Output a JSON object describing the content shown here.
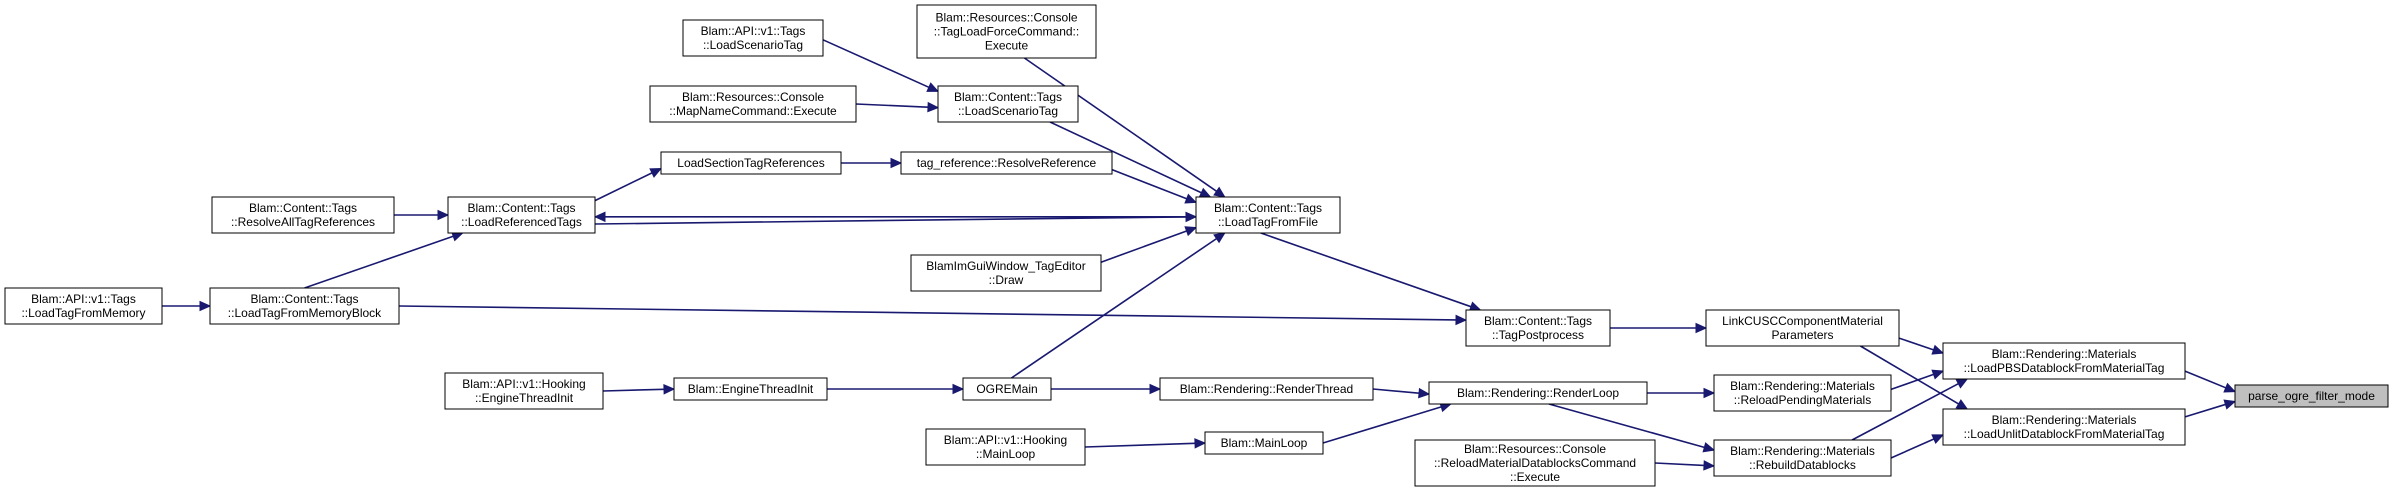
{
  "colors": {
    "edge": "#191970",
    "node_border": "#000000",
    "node_fill": "#ffffff",
    "focus_node_fill": "#bfbfbf",
    "background": "#ffffff"
  },
  "nodes": [
    {
      "id": "parse_ogre_filter_mode",
      "lines": [
        "parse_ogre_filter_mode"
      ],
      "focus": true
    },
    {
      "id": "LoadPBSDatablockFromMaterialTag",
      "lines": [
        "Blam::Rendering::Materials",
        "::LoadPBSDatablockFromMaterialTag"
      ]
    },
    {
      "id": "LoadUnlitDatablockFromMaterialTag",
      "lines": [
        "Blam::Rendering::Materials",
        "::LoadUnlitDatablockFromMaterialTag"
      ]
    },
    {
      "id": "LinkCUSCComponentMaterialParameters",
      "lines": [
        "LinkCUSCComponentMaterial",
        "Parameters"
      ]
    },
    {
      "id": "ReloadPendingMaterials",
      "lines": [
        "Blam::Rendering::Materials",
        "::ReloadPendingMaterials"
      ]
    },
    {
      "id": "RebuildDatablocks",
      "lines": [
        "Blam::Rendering::Materials",
        "::RebuildDatablocks"
      ]
    },
    {
      "id": "TagPostprocess",
      "lines": [
        "Blam::Content::Tags",
        "::TagPostprocess"
      ]
    },
    {
      "id": "RenderLoop",
      "lines": [
        "Blam::Rendering::RenderLoop"
      ]
    },
    {
      "id": "ReloadMaterialDatablocksCommand",
      "lines": [
        "Blam::Resources::Console",
        "::ReloadMaterialDatablocksCommand",
        "::Execute"
      ]
    },
    {
      "id": "LoadTagFromFile",
      "lines": [
        "Blam::Content::Tags",
        "::LoadTagFromFile"
      ]
    },
    {
      "id": "LoadTagFromMemoryBlock",
      "lines": [
        "Blam::Content::Tags",
        "::LoadTagFromMemoryBlock"
      ]
    },
    {
      "id": "RenderThread",
      "lines": [
        "Blam::Rendering::RenderThread"
      ]
    },
    {
      "id": "MainLoop",
      "lines": [
        "Blam::MainLoop"
      ]
    },
    {
      "id": "TagLoadForceCommand",
      "lines": [
        "Blam::Resources::Console",
        "::TagLoadForceCommand::",
        "Execute"
      ]
    },
    {
      "id": "Content_LoadScenarioTag",
      "lines": [
        "Blam::Content::Tags",
        "::LoadScenarioTag"
      ]
    },
    {
      "id": "ResolveReference",
      "lines": [
        "tag_reference::ResolveReference"
      ]
    },
    {
      "id": "LoadReferencedTags",
      "lines": [
        "Blam::Content::Tags",
        "::LoadReferencedTags"
      ]
    },
    {
      "id": "TagEditorDraw",
      "lines": [
        "BlamImGuiWindow_TagEditor",
        "::Draw"
      ]
    },
    {
      "id": "OGREMain",
      "lines": [
        "OGREMain"
      ]
    },
    {
      "id": "API_LoadScenarioTag",
      "lines": [
        "Blam::API::v1::Tags",
        "::LoadScenarioTag"
      ]
    },
    {
      "id": "MapNameCommand",
      "lines": [
        "Blam::Resources::Console",
        "::MapNameCommand::Execute"
      ]
    },
    {
      "id": "LoadSectionTagReferences",
      "lines": [
        "LoadSectionTagReferences"
      ]
    },
    {
      "id": "ResolveAllTagReferences",
      "lines": [
        "Blam::Content::Tags",
        "::ResolveAllTagReferences"
      ]
    },
    {
      "id": "API_LoadTagFromMemory",
      "lines": [
        "Blam::API::v1::Tags",
        "::LoadTagFromMemory"
      ]
    },
    {
      "id": "EngineThreadInit",
      "lines": [
        "Blam::EngineThreadInit"
      ]
    },
    {
      "id": "Hooking_EngineThreadInit",
      "lines": [
        "Blam::API::v1::Hooking",
        "::EngineThreadInit"
      ]
    },
    {
      "id": "Hooking_MainLoop",
      "lines": [
        "Blam::API::v1::Hooking",
        "::MainLoop"
      ]
    }
  ],
  "edges": [
    {
      "from": "LoadPBSDatablockFromMaterialTag",
      "to": "parse_ogre_filter_mode"
    },
    {
      "from": "LoadUnlitDatablockFromMaterialTag",
      "to": "parse_ogre_filter_mode"
    },
    {
      "from": "LinkCUSCComponentMaterialParameters",
      "to": "LoadPBSDatablockFromMaterialTag"
    },
    {
      "from": "LinkCUSCComponentMaterialParameters",
      "to": "LoadUnlitDatablockFromMaterialTag"
    },
    {
      "from": "ReloadPendingMaterials",
      "to": "LoadPBSDatablockFromMaterialTag"
    },
    {
      "from": "RebuildDatablocks",
      "to": "LoadPBSDatablockFromMaterialTag"
    },
    {
      "from": "RebuildDatablocks",
      "to": "LoadUnlitDatablockFromMaterialTag"
    },
    {
      "from": "TagPostprocess",
      "to": "LinkCUSCComponentMaterialParameters"
    },
    {
      "from": "RenderLoop",
      "to": "ReloadPendingMaterials"
    },
    {
      "from": "RenderLoop",
      "to": "RebuildDatablocks"
    },
    {
      "from": "ReloadMaterialDatablocksCommand",
      "to": "RebuildDatablocks"
    },
    {
      "from": "LoadTagFromFile",
      "to": "TagPostprocess"
    },
    {
      "from": "LoadTagFromMemoryBlock",
      "to": "TagPostprocess"
    },
    {
      "from": "RenderThread",
      "to": "RenderLoop"
    },
    {
      "from": "MainLoop",
      "to": "RenderLoop"
    },
    {
      "from": "TagLoadForceCommand",
      "to": "LoadTagFromFile"
    },
    {
      "from": "Content_LoadScenarioTag",
      "to": "LoadTagFromFile"
    },
    {
      "from": "ResolveReference",
      "to": "LoadTagFromFile"
    },
    {
      "from": "LoadReferencedTags",
      "to": "LoadTagFromFile"
    },
    {
      "from": "TagEditorDraw",
      "to": "LoadTagFromFile"
    },
    {
      "from": "OGREMain",
      "to": "LoadTagFromFile"
    },
    {
      "from": "LoadTagFromFile",
      "to": "LoadReferencedTags"
    },
    {
      "from": "OGREMain",
      "to": "RenderThread"
    },
    {
      "from": "Hooking_MainLoop",
      "to": "MainLoop"
    },
    {
      "from": "API_LoadScenarioTag",
      "to": "Content_LoadScenarioTag"
    },
    {
      "from": "MapNameCommand",
      "to": "Content_LoadScenarioTag"
    },
    {
      "from": "LoadSectionTagReferences",
      "to": "ResolveReference"
    },
    {
      "from": "LoadReferencedTags",
      "to": "LoadSectionTagReferences"
    },
    {
      "from": "ResolveAllTagReferences",
      "to": "LoadReferencedTags"
    },
    {
      "from": "LoadTagFromMemoryBlock",
      "to": "LoadReferencedTags"
    },
    {
      "from": "API_LoadTagFromMemory",
      "to": "LoadTagFromMemoryBlock"
    },
    {
      "from": "EngineThreadInit",
      "to": "OGREMain"
    },
    {
      "from": "Hooking_EngineThreadInit",
      "to": "EngineThreadInit"
    }
  ]
}
